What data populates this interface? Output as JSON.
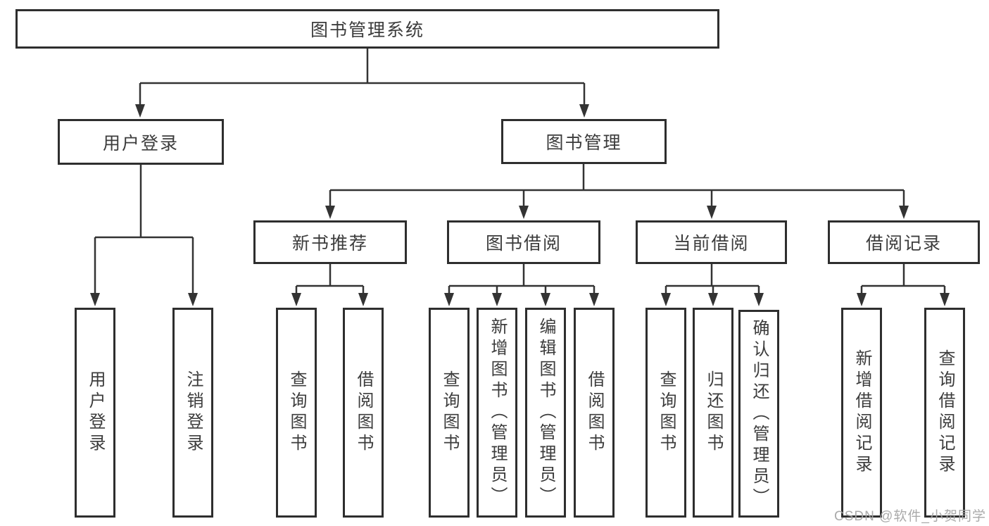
{
  "title": "图书管理系统",
  "watermark": "CSDN @软件_小贺同学",
  "colors": {
    "line": "#333333",
    "box_border": "#2e2e2e",
    "text": "#3c3c3c",
    "watermark": "#a5a5a5",
    "background": "#ffffff"
  },
  "tree": {
    "root": {
      "label": "图书管理系统"
    },
    "branches": [
      {
        "label": "用户登录",
        "children": [
          "用户登录",
          "注销登录"
        ]
      },
      {
        "label": "图书管理",
        "sections": [
          {
            "label": "新书推荐",
            "children": [
              "查询图书",
              "借阅图书"
            ]
          },
          {
            "label": "图书借阅",
            "children": [
              "查询图书",
              "新增图书（管理员）",
              "编辑图书（管理员）",
              "借阅图书"
            ]
          },
          {
            "label": "当前借阅",
            "children": [
              "查询图书",
              "归还图书",
              "确认归还（管理员）"
            ]
          },
          {
            "label": "借阅记录",
            "children": [
              "新增借阅记录",
              "查询借阅记录"
            ]
          }
        ]
      }
    ]
  }
}
